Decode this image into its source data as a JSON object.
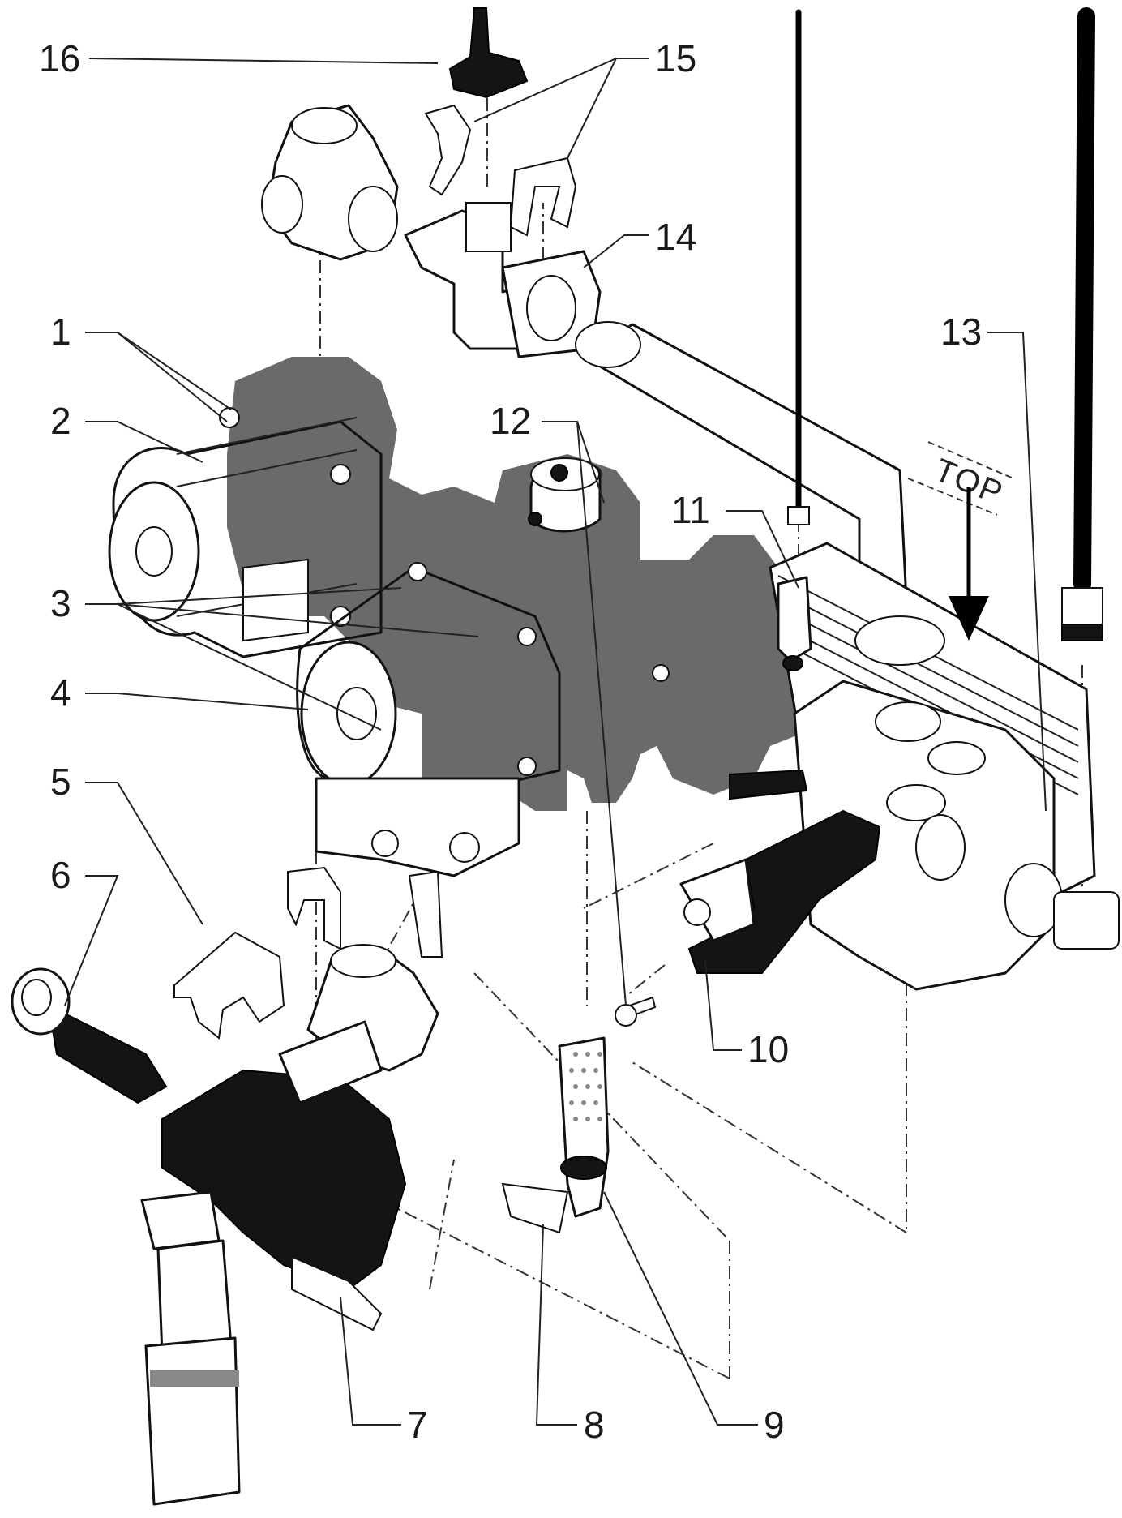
{
  "diagram": {
    "labels": [
      "1",
      "2",
      "3",
      "4",
      "5",
      "6",
      "7",
      "8",
      "9",
      "10",
      "11",
      "12",
      "13",
      "14",
      "15",
      "16"
    ],
    "marking_text": "TOP"
  },
  "colors": {
    "ink": "#111111",
    "shadow_body": "#6a6a6a",
    "dark_parts": "#141414",
    "light_parts": "#d8d8d8",
    "background": "#ffffff"
  }
}
